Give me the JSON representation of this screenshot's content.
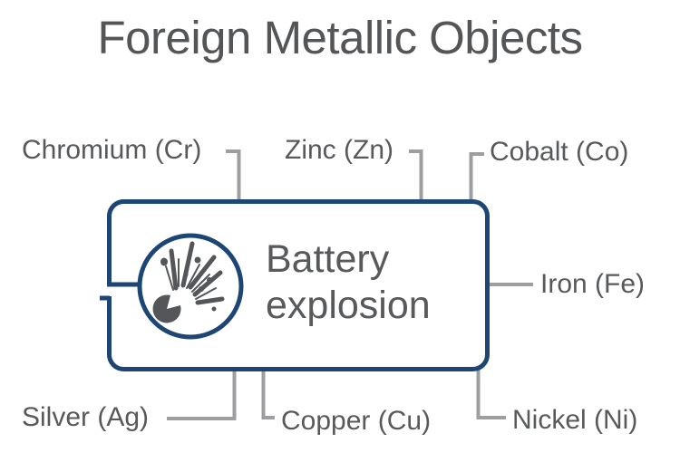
{
  "title": "Foreign Metallic Objects",
  "center_box": {
    "line1": "Battery",
    "line2": "explosion",
    "icon": "explosion"
  },
  "metals": [
    {
      "label": "Chromium (Cr)",
      "position": "top-left"
    },
    {
      "label": "Zinc (Zn)",
      "position": "top-center"
    },
    {
      "label": "Cobalt (Co)",
      "position": "top-right"
    },
    {
      "label": "Iron (Fe)",
      "position": "right"
    },
    {
      "label": "Silver (Ag)",
      "position": "bottom-left"
    },
    {
      "label": "Copper (Cu)",
      "position": "bottom-center"
    },
    {
      "label": "Nickel (Ni)",
      "position": "bottom-right"
    }
  ],
  "colors": {
    "accent_navy": "#1e4674",
    "text_gray": "#58595b",
    "connector_gray": "#9d9ea0",
    "background": "#ffffff"
  }
}
